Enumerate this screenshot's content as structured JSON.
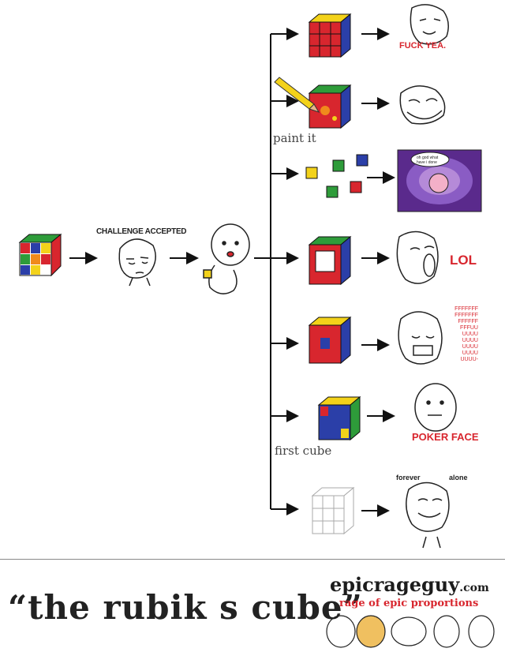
{
  "labels": {
    "challenge_accepted": "CHALLENGE ACCEPTED",
    "paint_it": "paint it",
    "first_cube": "first cube",
    "fuck_yea": "FUCK YEA.",
    "lol": "LOL",
    "poker_face": "POKER FACE",
    "forever": "forever",
    "alone": "alone",
    "thought_bubble": "oh god what have i done",
    "fffuu_lines": [
      "FFFFFFF",
      "FFFFFFF",
      "FFFFFF",
      "FFFUU",
      "UUUU",
      "UUUU",
      "UUUU",
      "UUUU",
      "UUUU-"
    ]
  },
  "footer": {
    "title": "“the rubik s cube”",
    "brand_main": "epicrageguy",
    "brand_tld": ".com",
    "tagline": "rage of epic proportions"
  },
  "colors": {
    "cube_red": "#d8262e",
    "cube_blue": "#2b3fa8",
    "cube_green": "#2e9c3a",
    "cube_yellow": "#f3d21a",
    "cube_orange": "#f08a1c",
    "cube_white": "#ffffff",
    "text_red": "#d8262e",
    "bubble_purple": "#5a2a8c"
  }
}
